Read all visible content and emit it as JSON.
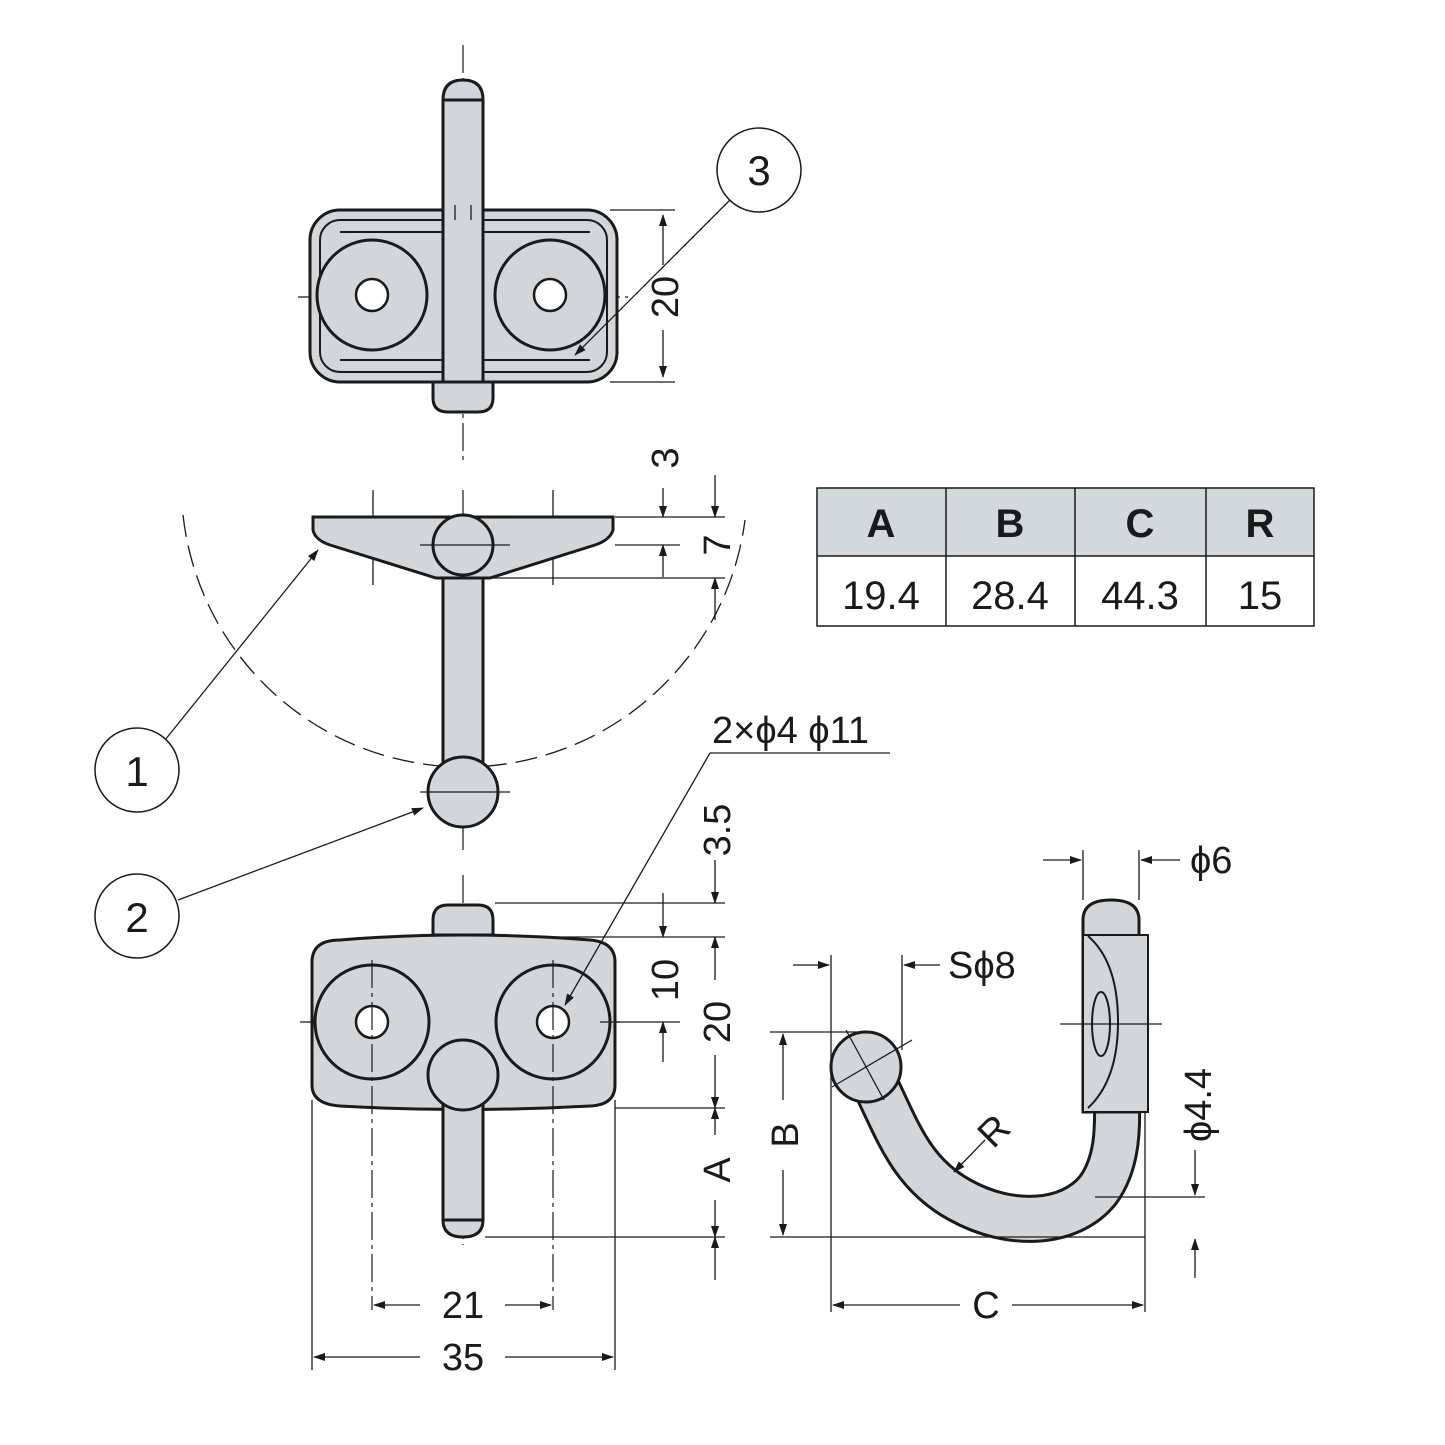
{
  "drawing": {
    "balloons": [
      "1",
      "2",
      "3"
    ],
    "dimensions": {
      "top_height": "20",
      "side_offset": "3",
      "side_thickness": "7",
      "hole_spec": "2×ϕ4 ϕ11",
      "front_top_offset": "3.5",
      "front_hole_offset": "10",
      "front_height": "20",
      "front_pin": "A",
      "hole_pitch": "21",
      "overall_width": "35",
      "hook_pin_dia": "ϕ6",
      "hook_ball": "Sϕ8",
      "hook_b": "B",
      "hook_radius": "R",
      "hook_wire_dia": "ϕ4.4",
      "hook_c": "C"
    }
  },
  "table": {
    "headers": [
      "A",
      "B",
      "C",
      "R"
    ],
    "values": [
      "19.4",
      "28.4",
      "44.3",
      "15"
    ]
  }
}
